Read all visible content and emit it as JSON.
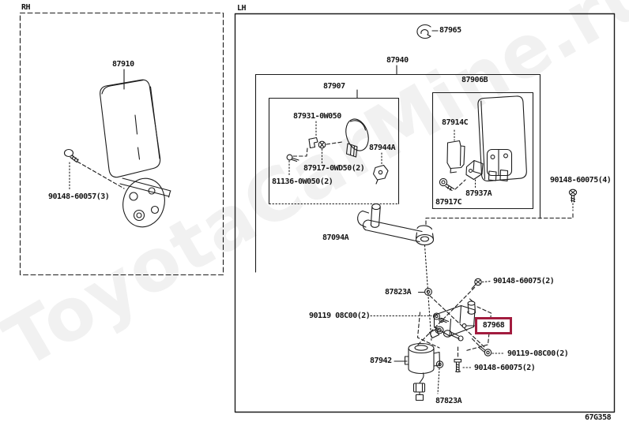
{
  "watermark": "ToyotaCarMine.ru",
  "figure_code": "67G358",
  "highlight_color": "#a21c3f",
  "panels": {
    "rh": "RH",
    "lh": "LH"
  },
  "parts": {
    "p87910": "87910",
    "s90148_60057_3": "90148-60057(3)",
    "p87965": "87965",
    "p87940": "87940",
    "p87907": "87907",
    "p87931_0w050": "87931-0W050",
    "p87917_0wd50_2": "87917-0WD50(2)",
    "p81136_0w050_2": "81136-0W050(2)",
    "p87944a": "87944A",
    "p87906b": "87906B",
    "p87914c": "87914C",
    "p87937a": "87937A",
    "p87917c": "87917C",
    "s90148_60075_4": "90148-60075(4)",
    "p87094a": "87094A",
    "p87823a_upper": "87823A",
    "s90148_60075_2_upper": "90148-60075(2)",
    "s90119_08c00_left": "90119 08C00(2)",
    "p87968": "87968",
    "s90119_08c00_right": "90119-08C00(2)",
    "s90148_60075_2_lower": "90148-60075(2)",
    "p87942": "87942",
    "p87823a_lower": "87823A"
  }
}
